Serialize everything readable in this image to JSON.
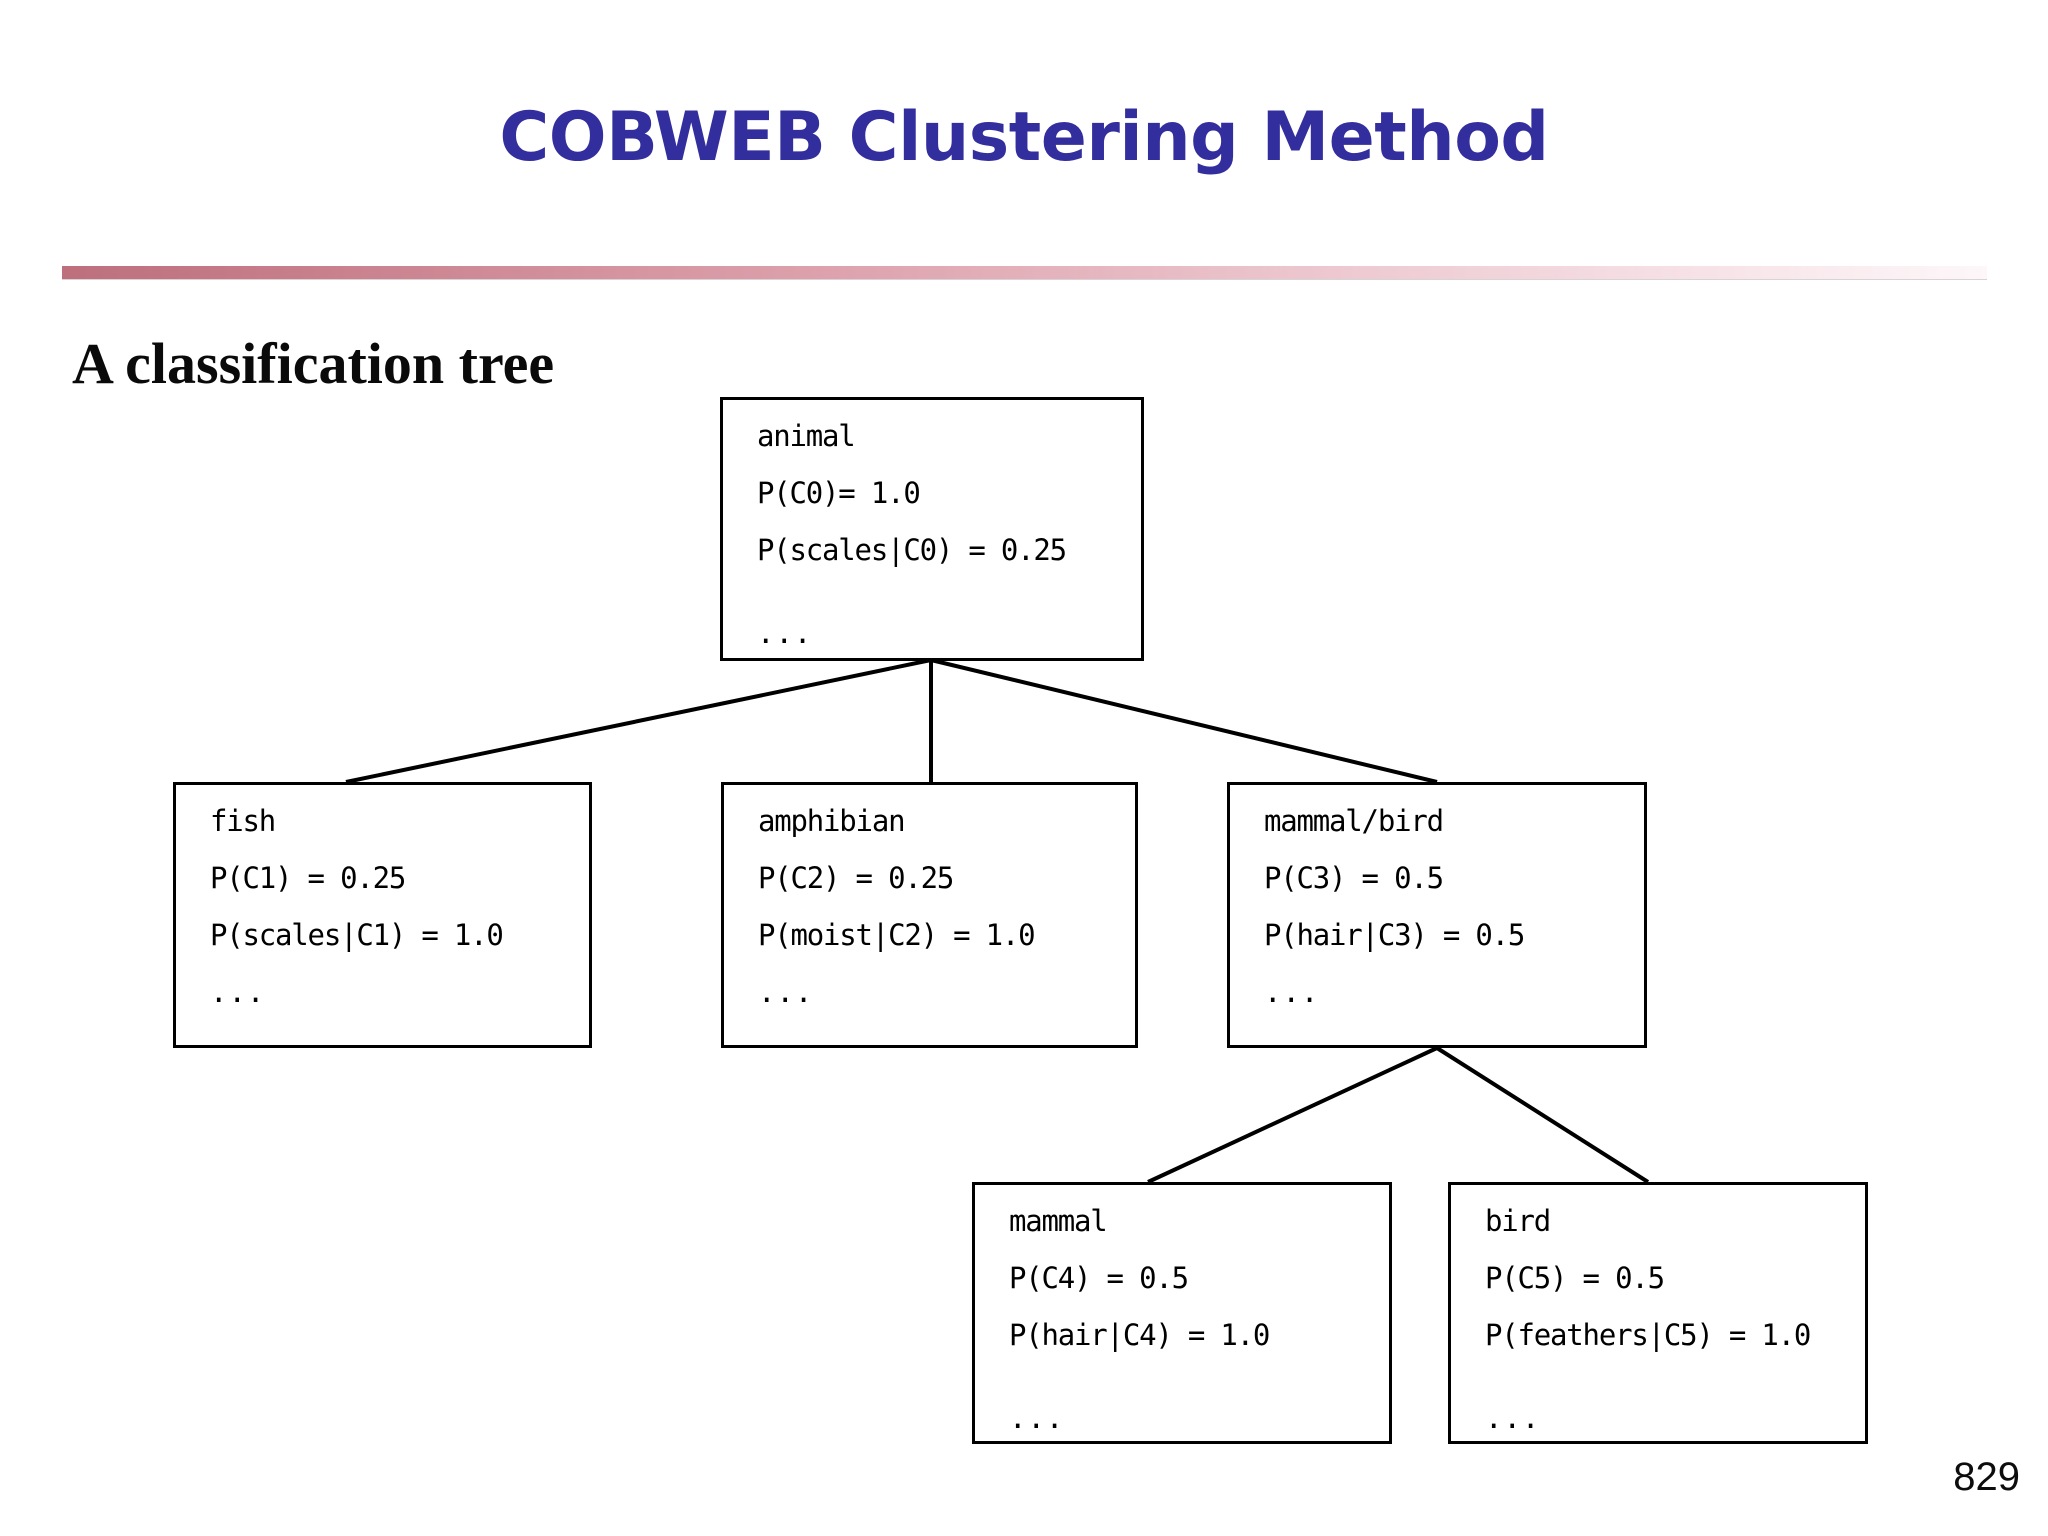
{
  "slide": {
    "title": "COBWEB Clustering Method",
    "subtitle": "A classification tree",
    "page_number": "829",
    "title_color": "#332E9E",
    "rule_color_start": "#bd6f7c",
    "rule_color_end": "#fdf7f9"
  },
  "diagram": {
    "type": "tree",
    "nodes": [
      {
        "id": "C0",
        "label": "animal",
        "prior": "P(C0)= 1.0",
        "conditional": "P(scales|C0) = 0.25",
        "ellipsis": "..."
      },
      {
        "id": "C1",
        "label": "fish",
        "prior": "P(C1) = 0.25",
        "conditional": "P(scales|C1) = 1.0",
        "ellipsis": "..."
      },
      {
        "id": "C2",
        "label": "amphibian",
        "prior": "P(C2) = 0.25",
        "conditional": "P(moist|C2) = 1.0",
        "ellipsis": "..."
      },
      {
        "id": "C3",
        "label": "mammal/bird",
        "prior": "P(C3) = 0.5",
        "conditional": "P(hair|C3) = 0.5",
        "ellipsis": "..."
      },
      {
        "id": "C4",
        "label": "mammal",
        "prior": "P(C4) = 0.5",
        "conditional": "P(hair|C4) = 1.0",
        "ellipsis": "..."
      },
      {
        "id": "C5",
        "label": "bird",
        "prior": "P(C5) = 0.5",
        "conditional": "P(feathers|C5) = 1.0",
        "ellipsis": "..."
      }
    ],
    "edges": [
      {
        "from": "C0",
        "to": "C1"
      },
      {
        "from": "C0",
        "to": "C2"
      },
      {
        "from": "C0",
        "to": "C3"
      },
      {
        "from": "C3",
        "to": "C4"
      },
      {
        "from": "C3",
        "to": "C5"
      }
    ]
  }
}
